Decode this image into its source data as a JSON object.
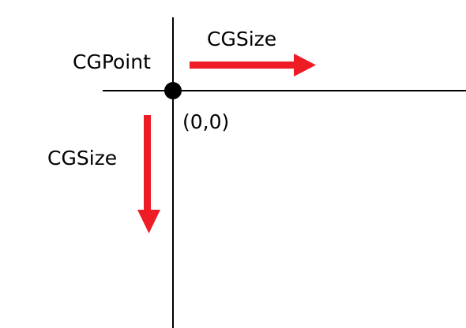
{
  "diagram": {
    "labels": {
      "origin_name": "CGPoint",
      "origin_coords": "(0,0)",
      "size_horizontal": "CGSize",
      "size_vertical": "CGSize"
    },
    "colors": {
      "axis": "#000000",
      "origin_dot": "#000000",
      "arrow": "#ee1c25",
      "background": "#ffffff"
    },
    "arrows": [
      {
        "label": "CGSize",
        "direction": "right"
      },
      {
        "label": "CGSize",
        "direction": "down"
      }
    ]
  }
}
